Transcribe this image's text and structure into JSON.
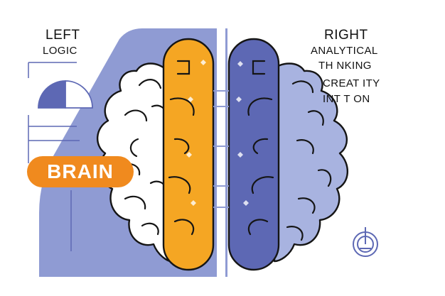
{
  "left": {
    "heading": "LEFT",
    "subheading": "LOGIC"
  },
  "right": {
    "heading": "RIGHT",
    "lines": [
      "ANALYTICAL",
      "TH NKING",
      "CREAT  ITY",
      "INT   T ON"
    ]
  },
  "badge": {
    "label": "BRAIN"
  },
  "colors": {
    "accent_orange": "#f5a623",
    "badge_orange": "#f08a1e",
    "indigo": "#5d68b4",
    "lavender": "#8f9bd3",
    "light_blue": "#a8b3e0",
    "outline": "#151515"
  },
  "icons": [
    "pie-chart-icon",
    "power-button-icon",
    "brain-icon"
  ]
}
